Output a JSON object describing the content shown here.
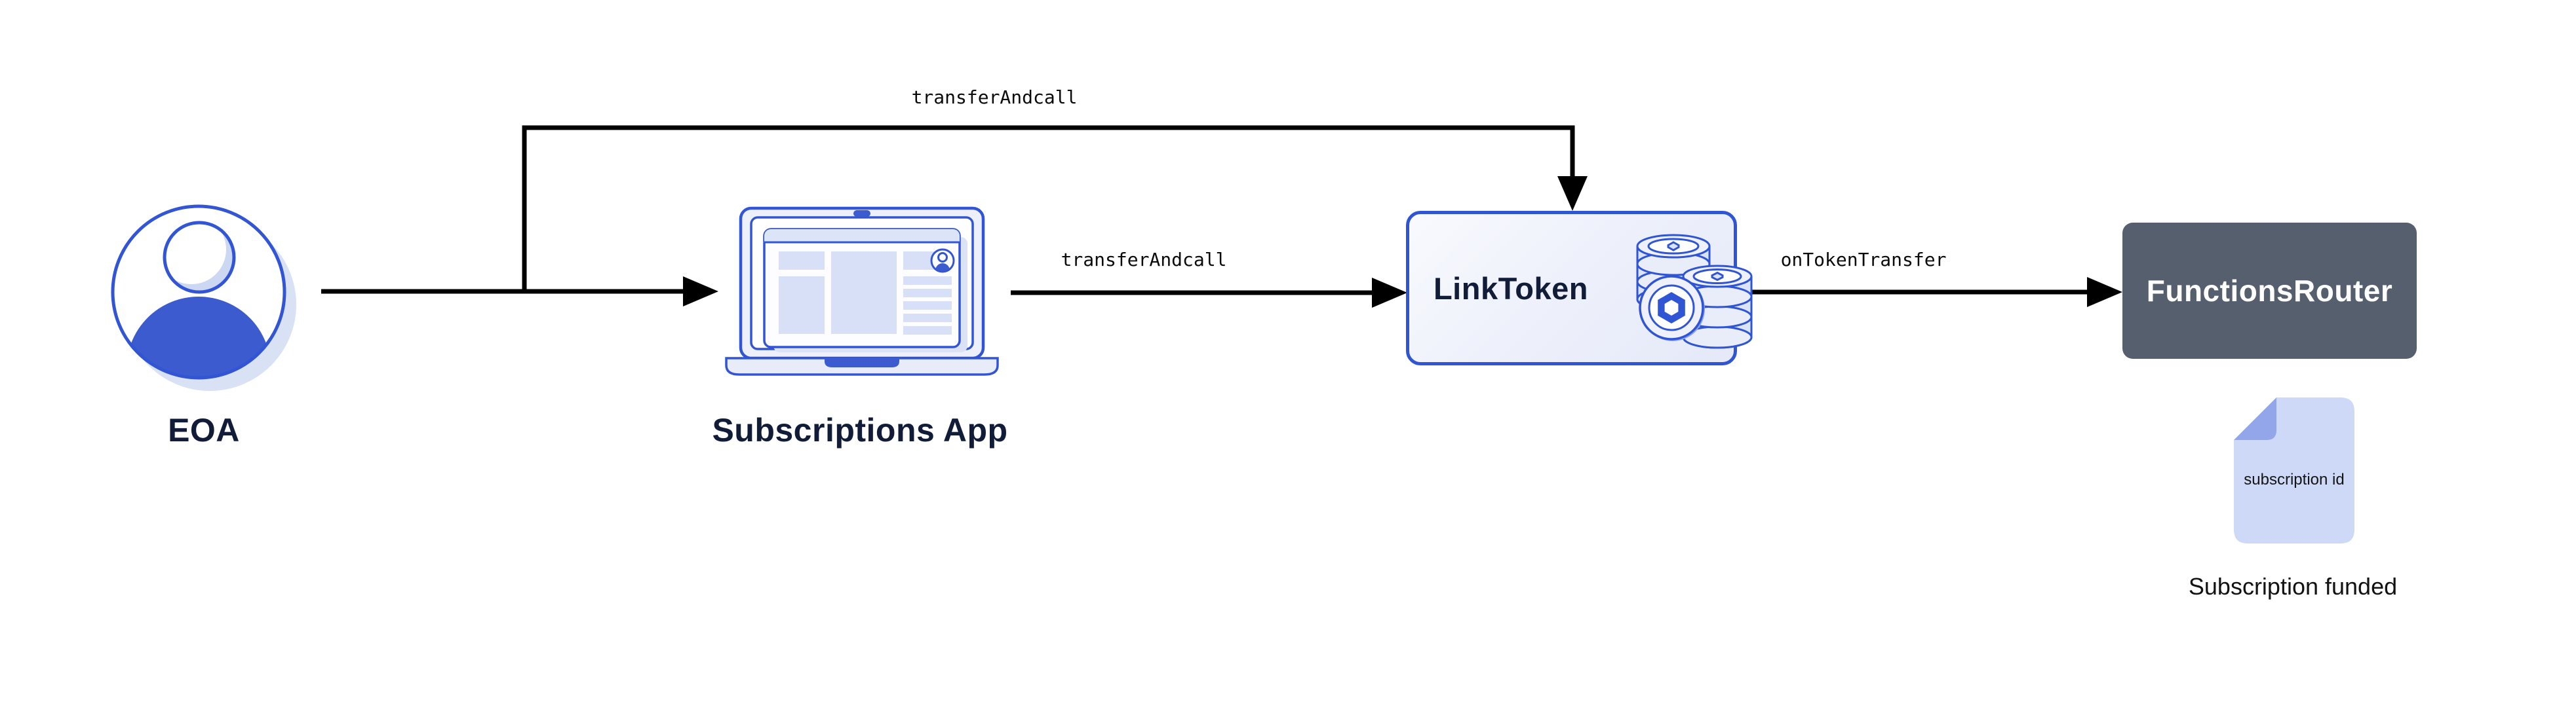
{
  "nodes": {
    "eoa": {
      "label": "EOA"
    },
    "app": {
      "label": "Subscriptions App"
    },
    "link_token": {
      "label": "LinkToken"
    },
    "functions_router": {
      "label": "FunctionsRouter"
    },
    "subscription_doc": {
      "doc_text": "subscription id",
      "caption": "Subscription funded"
    }
  },
  "edges": {
    "eoa_to_linktoken": {
      "label": "transferAndcall"
    },
    "app_to_linktoken": {
      "label": "transferAndcall"
    },
    "linktoken_to_router": {
      "label": "onTokenTransfer"
    }
  },
  "colors": {
    "accent_blue": "#2f55d5",
    "icon_fill_blue": "#3b5bce",
    "navy_text": "#101c38",
    "slate_box": "#565f6e",
    "doc_fill": "#cdd9f6",
    "doc_fold": "#92a6e9",
    "arrow_black": "#000000"
  }
}
